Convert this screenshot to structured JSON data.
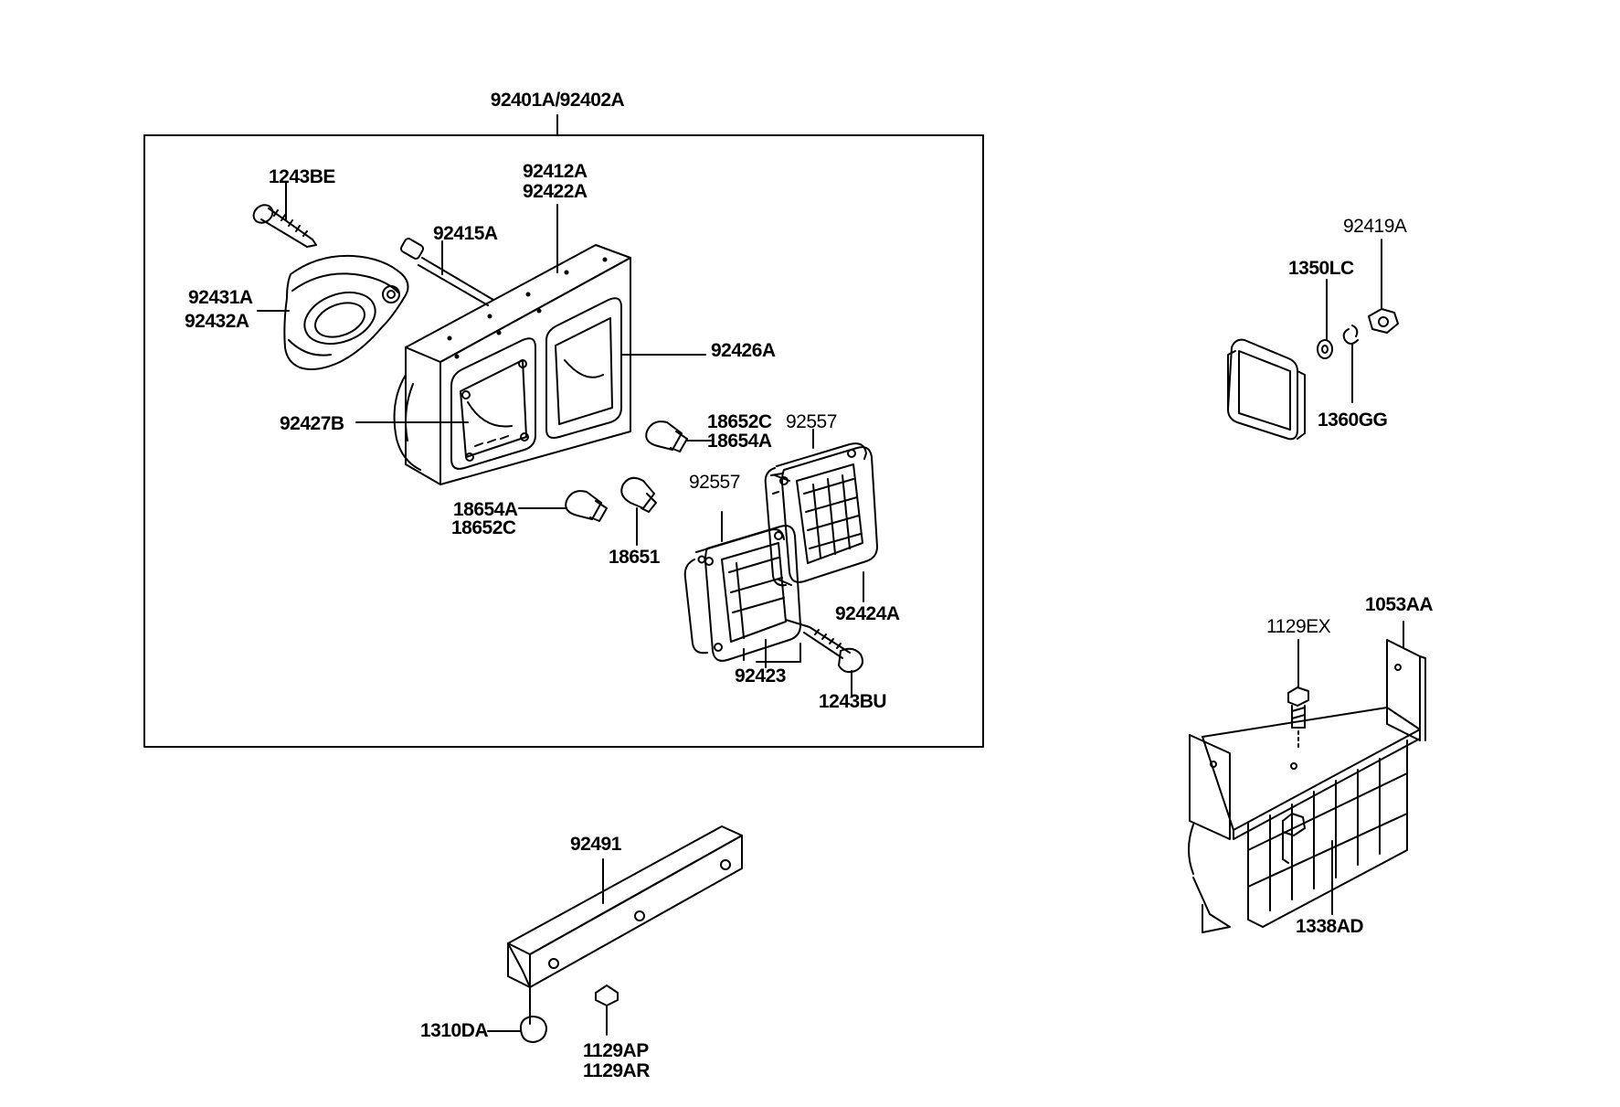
{
  "labels": {
    "assembly": "92401A/92402A",
    "screw_top": "1243BE",
    "housing_a": "92412A",
    "housing_b": "92422A",
    "socket": "92415A",
    "cover_a": "92431A",
    "cover_b": "92432A",
    "gasket_lens": "92426A",
    "body_gasket": "92427B",
    "bulb_right_a": "18652C",
    "bulb_right_b": "18654A",
    "gasket_rear": "92557",
    "gasket_front": "92557",
    "bulb_left_a": "18654A",
    "bulb_left_b": "18652C",
    "bulb_small": "18651",
    "lens_rear": "92424A",
    "lens_front": "92423",
    "screw_lens": "1243BU",
    "side_reflector": "92419A",
    "nut_reflector": "1350LC",
    "washer_reflector": "1360GG",
    "bolt_bracket": "1129EX",
    "bracket_rear": "1053AA",
    "nut_bracket": "1338AD",
    "stay": "92491",
    "nut_stay": "1310DA",
    "bolt_stay_a": "1129AP",
    "bolt_stay_b": "1129AR"
  },
  "colors": {
    "line": "#000000",
    "background": "#ffffff"
  }
}
